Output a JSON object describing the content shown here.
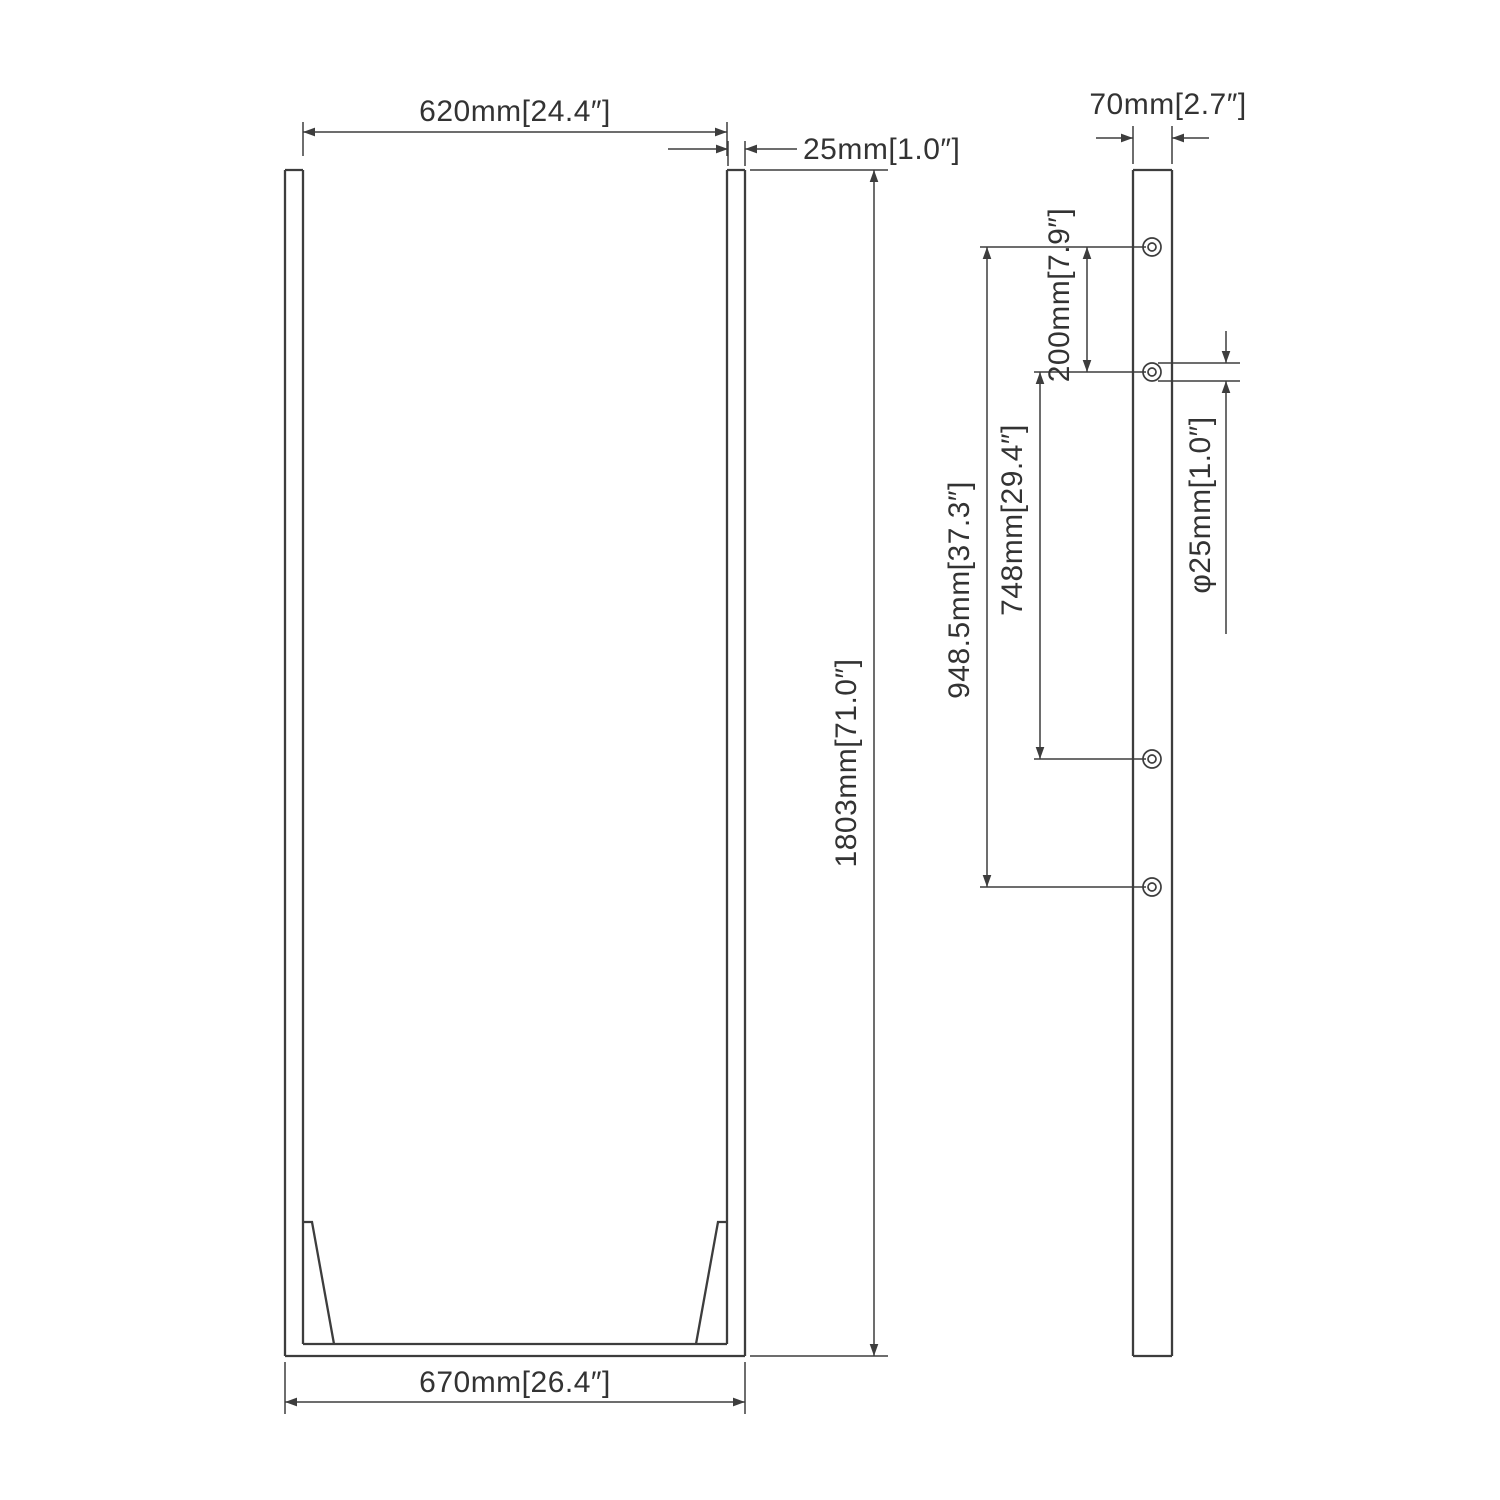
{
  "colors": {
    "line": "#3d3d3d",
    "text": "#333333",
    "background": "#ffffff"
  },
  "front_view": {
    "top_width": "620mm[24.4″]",
    "wall_thickness": "25mm[1.0″]",
    "height": "1803mm[71.0″]",
    "bottom_width": "670mm[26.4″]"
  },
  "side_view": {
    "depth": "70mm[2.7″]",
    "hole_spacing_top": "200mm[7.9″]",
    "hole_spacing_middle": "748mm[29.4″]",
    "hole_spacing_overall": "948.5mm[37.3″]",
    "hole_diameter": "φ25mm[1.0″]"
  }
}
